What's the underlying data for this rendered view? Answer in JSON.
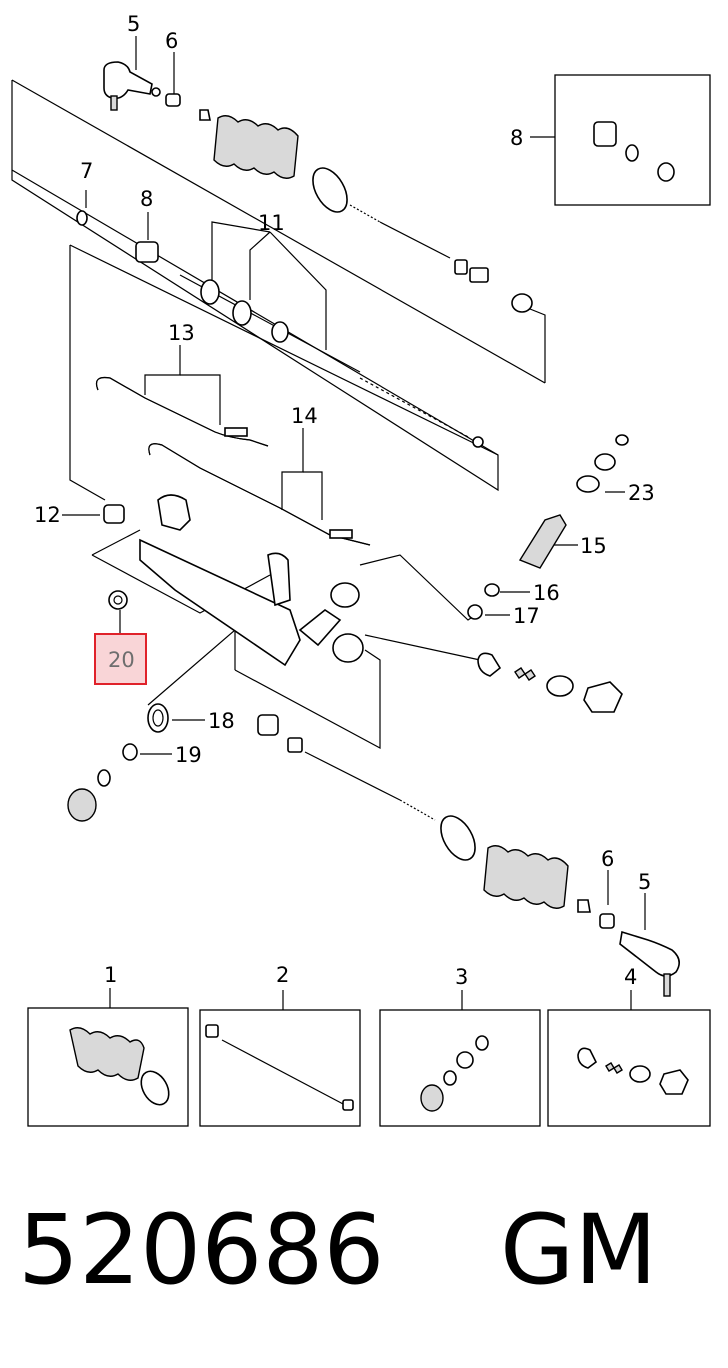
{
  "callouts": {
    "c1": "1",
    "c2": "2",
    "c3": "3",
    "c4": "4",
    "c5_top": "5",
    "c5_bottom": "5",
    "c6_top": "6",
    "c6_bottom": "6",
    "c7": "7",
    "c8_box": "8",
    "c8": "8",
    "c11": "11",
    "c12": "12",
    "c13": "13",
    "c14": "14",
    "c15": "15",
    "c16": "16",
    "c17": "17",
    "c18": "18",
    "c19": "19",
    "c20": "20",
    "c23": "23"
  },
  "highlighted_callout": "20",
  "highlight_color": "#e0222a",
  "footer": {
    "part_number": "520686",
    "brand": "GM"
  }
}
